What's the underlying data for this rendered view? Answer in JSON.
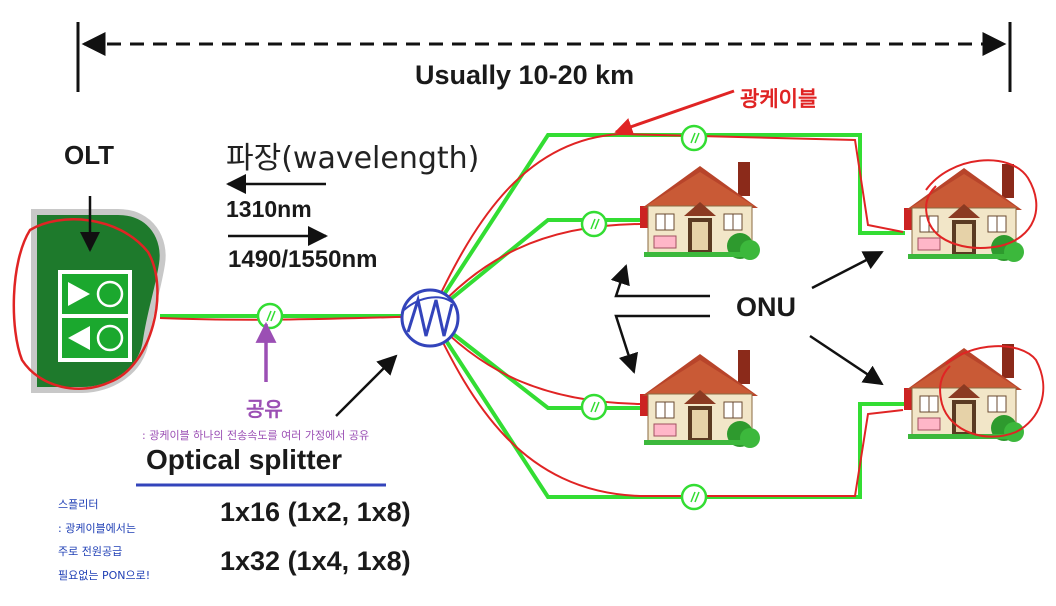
{
  "distance_label": "Usually 10-20 km",
  "olt_label": "OLT",
  "wavelength": {
    "title": "파장(wavelength)",
    "upstream": "1310nm",
    "downstream": "1490/1550nm"
  },
  "optical_cable_note": "광케이블",
  "onu_label": "ONU",
  "sharing": {
    "title": "공유",
    "description": ": 광케이블 하나의 전송속도를 여러 가정에서 공유"
  },
  "splitter": {
    "title": "Optical splitter",
    "ratio_1": "1x16 (1x2, 1x8)",
    "ratio_2": "1x32 (1x4, 1x8)"
  },
  "splitter_note": {
    "line_1": "스플리터",
    "line_2": ": 광케이블에서는",
    "line_3": "주로 전원공급",
    "line_4": "필요없는 PON으로!"
  },
  "colors": {
    "fiber_green": "#33dd33",
    "annotation_red": "#e02424",
    "annotation_purple": "#9b4fb4",
    "annotation_blue": "#3344bb",
    "olt_green": "#1e7a2c",
    "house_roof": "#b8442a",
    "house_wall": "#f2e6c8"
  },
  "icons": [
    "house-icon",
    "olt-device-icon",
    "splitter-icon",
    "connector-icon"
  ]
}
